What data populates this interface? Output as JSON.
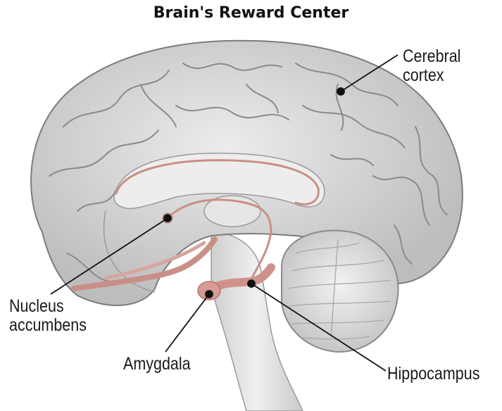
{
  "title": "Brain's Reward Center",
  "labels": {
    "cerebral_cortex": [
      "Cerebral",
      "cortex"
    ],
    "nucleus_accumbens": [
      "Nucleus",
      "accumbens"
    ],
    "amygdala": "Amygdala",
    "hippocampus": "Hippocampus"
  },
  "colors": {
    "cortex_fill": "#d9d9d9",
    "cortex_groove": "#8a8a8a",
    "inner_fill": "#e8e8e8",
    "reward_pathway": "#c98f86",
    "amygdala": "#d89a92",
    "leader_line": "#111111"
  }
}
